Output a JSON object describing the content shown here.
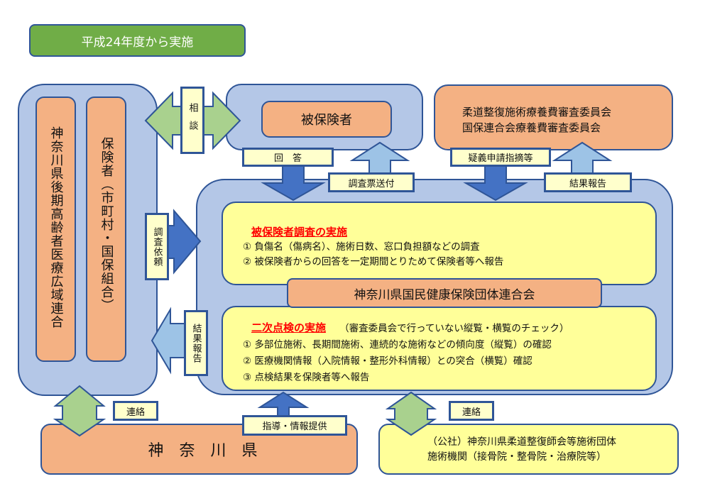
{
  "header": {
    "banner": "平成24年度から実施"
  },
  "insurers": {
    "koki": "神奈川県後期高齢者医療広域連合",
    "hokensha": "保険者（市町村・国保組合）"
  },
  "insured": {
    "title": "被保険者"
  },
  "committee": {
    "line1": "柔道整復施術療養費審査委員会",
    "line2": "国保連合会療養費審査委員会"
  },
  "labels": {
    "consult": "相談",
    "answer": "回　答",
    "survey_send": "調査票送付",
    "doubt": "疑義申請指摘等",
    "result_report_top": "結果報告",
    "survey_request": "調査依頼",
    "result_report_left": "結果報告",
    "contact_left": "連絡",
    "guidance": "指導・情報提供",
    "contact_right": "連絡"
  },
  "survey_box": {
    "title": "被保険者調査の実施",
    "items": [
      "① 負傷名（傷病名）、施術日数、窓口負担額などの調査",
      "② 被保険者からの回答を一定期間とりためて保険者等へ報告"
    ]
  },
  "federation": {
    "title": "神奈川県国民健康保険団体連合会"
  },
  "check_box": {
    "title": "二次点検の実施",
    "note": "（審査委員会で行っていない縦覧・横覧のチェック）",
    "items": [
      "① 多部位施術、長期間施術、連続的な施術などの傾向度（縦覧）の確認",
      "② 医療機関情報（入院情報・整形外科情報）との突合（横覧）確認",
      "③ 点検結果を保険者等へ報告"
    ]
  },
  "prefecture": {
    "title": "神　奈　川　県"
  },
  "practitioners": {
    "line1": "（公社）神奈川県柔道整復師会等施術団体",
    "line2": "施術機関（接骨院・整骨院・治療院等）"
  },
  "colors": {
    "banner_green": "#70ad47",
    "light_blue": "#b4c7e7",
    "orange": "#f4b183",
    "yellow": "#ffff99",
    "label_yellow": "#ffffcc",
    "border_blue": "#2f5597",
    "dark_arrow": "#4472c4",
    "light_arrow": "#9dc3e6",
    "green_arrow": "#a9d18e",
    "red": "#ff0000"
  }
}
